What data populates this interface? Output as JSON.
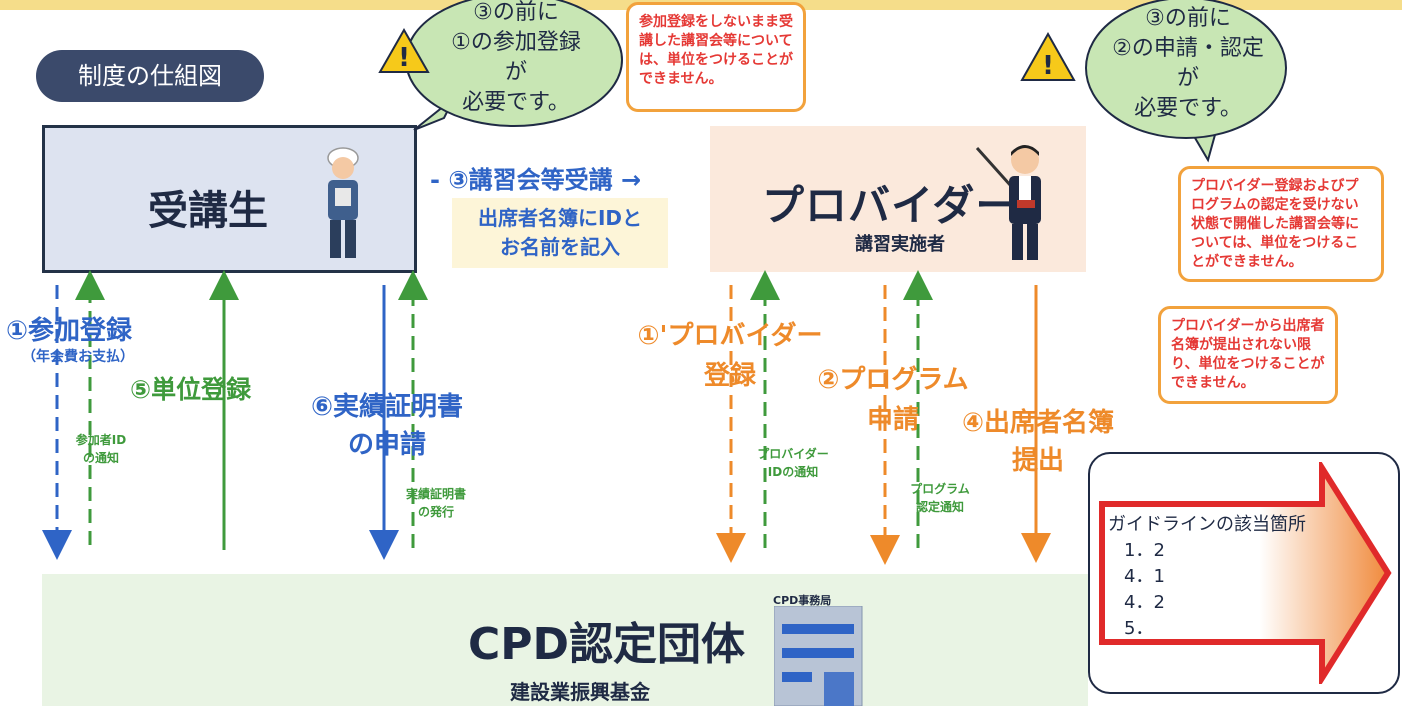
{
  "header": {
    "section_label": "制度の仕組図"
  },
  "nodes": {
    "student": {
      "title": "受講生"
    },
    "provider": {
      "title": "プロバイダー",
      "subtitle": "講習実施者"
    },
    "cpd": {
      "title": "CPD認定団体",
      "subtitle": "建設業振興基金",
      "building_label": "CPD事務局"
    }
  },
  "flow_center": {
    "step3": "- ③講習会等受講 →",
    "step3_note_line1": "出席者名簿にIDと",
    "step3_note_line2": "お名前を記入"
  },
  "student_flows": {
    "step1_label": "①参加登録",
    "step1_sub": "（年会費お支払）",
    "id_notice_line1": "参加者ID",
    "id_notice_line2": "の通知",
    "step5_label": "⑤単位登録",
    "step6_line1": "⑥実績証明書",
    "step6_line2": "の申請",
    "issue_line1": "実績証明書",
    "issue_line2": "の発行"
  },
  "provider_flows": {
    "step1_line1": "①'プロバイダー",
    "step1_line2": "登録",
    "id_notice_line1": "プロバイダー",
    "id_notice_line2": "IDの通知",
    "step2_line1": "②プログラム",
    "step2_line2": "申請",
    "prog_notice_line1": "プログラム",
    "prog_notice_line2": "認定通知",
    "step4_line1": "④出席者名簿",
    "step4_line2": "提出"
  },
  "bubbles": {
    "left_line1": "③の前に",
    "left_line2": "①の参加登録",
    "left_line3": "が",
    "left_line4": "必要です。",
    "right_line1": "③の前に",
    "right_line2": "②の申請・認定",
    "right_line3": "が",
    "right_line4": "必要です。"
  },
  "notes": {
    "note1": "参加登録をしないまま受講した講習会等については、単位をつけることができません。",
    "note2": "プロバイダー登録およびプログラムの認定を受けない状態で開催した講習会等については、単位をつけることができません。",
    "note3": "プロバイダーから出席者名簿が提出されない限り、単位をつけることができません。"
  },
  "guideline": {
    "title": "ガイドラインの該当箇所",
    "items": [
      "1．2",
      "4．1",
      "4．2",
      "5．"
    ]
  },
  "colors": {
    "blue_arrow": "#2f64c6",
    "green_arrow": "#3f9a3c",
    "orange_arrow": "#ee8a2a",
    "bubble_fill": "#c8e6b4",
    "warning_fill": "#f6c91a"
  }
}
